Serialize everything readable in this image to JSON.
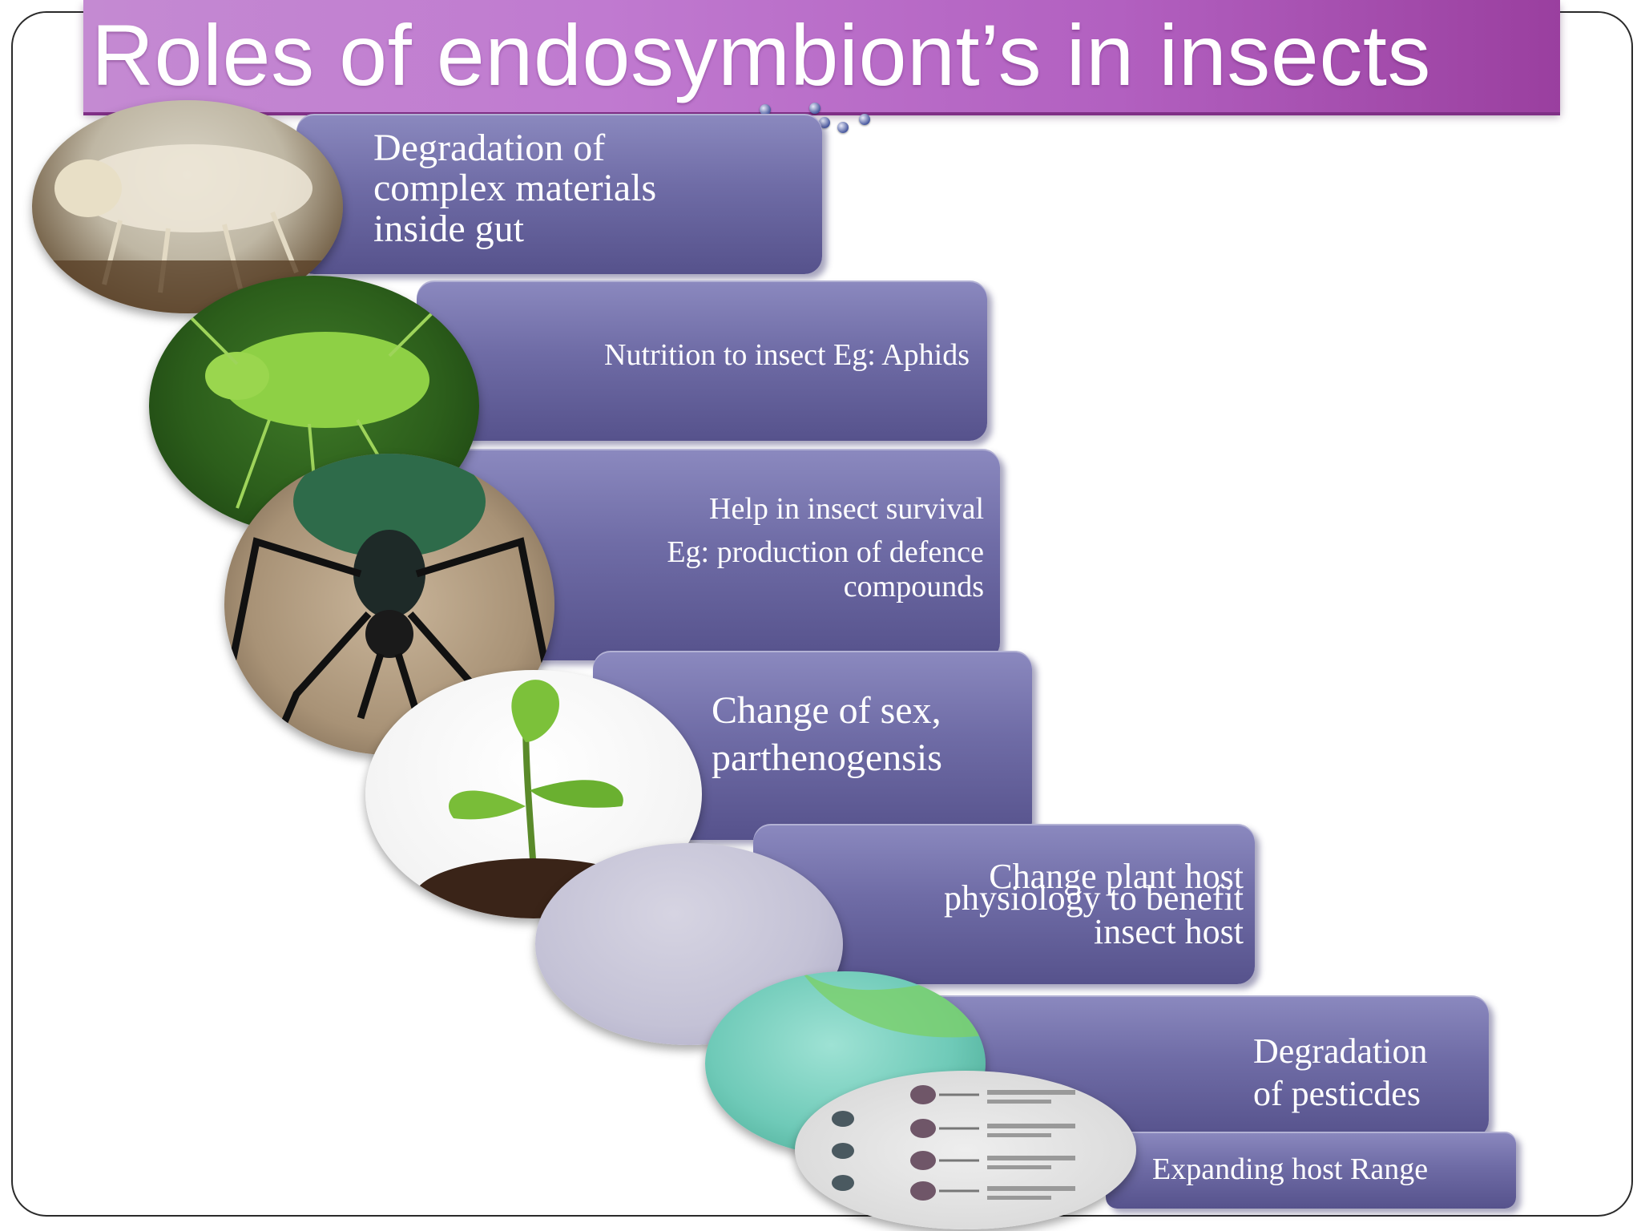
{
  "slide": {
    "title": "Roles of endosymbiont’s in insects"
  },
  "steps": [
    {
      "line1": "Degradation of",
      "line2": "complex materials",
      "line3": "inside gut"
    },
    {
      "text": "Nutrition to insect Eg: Aphids"
    },
    {
      "line1": "Help in insect survival",
      "line2": "Eg: production of defence",
      "line3": "compounds"
    },
    {
      "line1": "Change of sex,",
      "line2": "parthenogensis"
    },
    {
      "line1": "Change  plant  host",
      "line2": "physiology to  benefit",
      "line3": "insect host"
    },
    {
      "line1": "Degradation",
      "line2": "of pesticdes"
    },
    {
      "text": "Expanding host Range"
    }
  ],
  "photos": [
    {
      "icon": "termite-photo"
    },
    {
      "icon": "aphid-photo"
    },
    {
      "icon": "beetle-photo"
    },
    {
      "icon": "seedling-photo"
    },
    {
      "icon": "blank-placeholder-circle"
    },
    {
      "icon": "leaf-photo"
    },
    {
      "icon": "insect-diagram-photo"
    }
  ],
  "colors": {
    "title_bar": "#b260c0",
    "step_fill": "#6f6ca6",
    "text": "#ffffff"
  }
}
